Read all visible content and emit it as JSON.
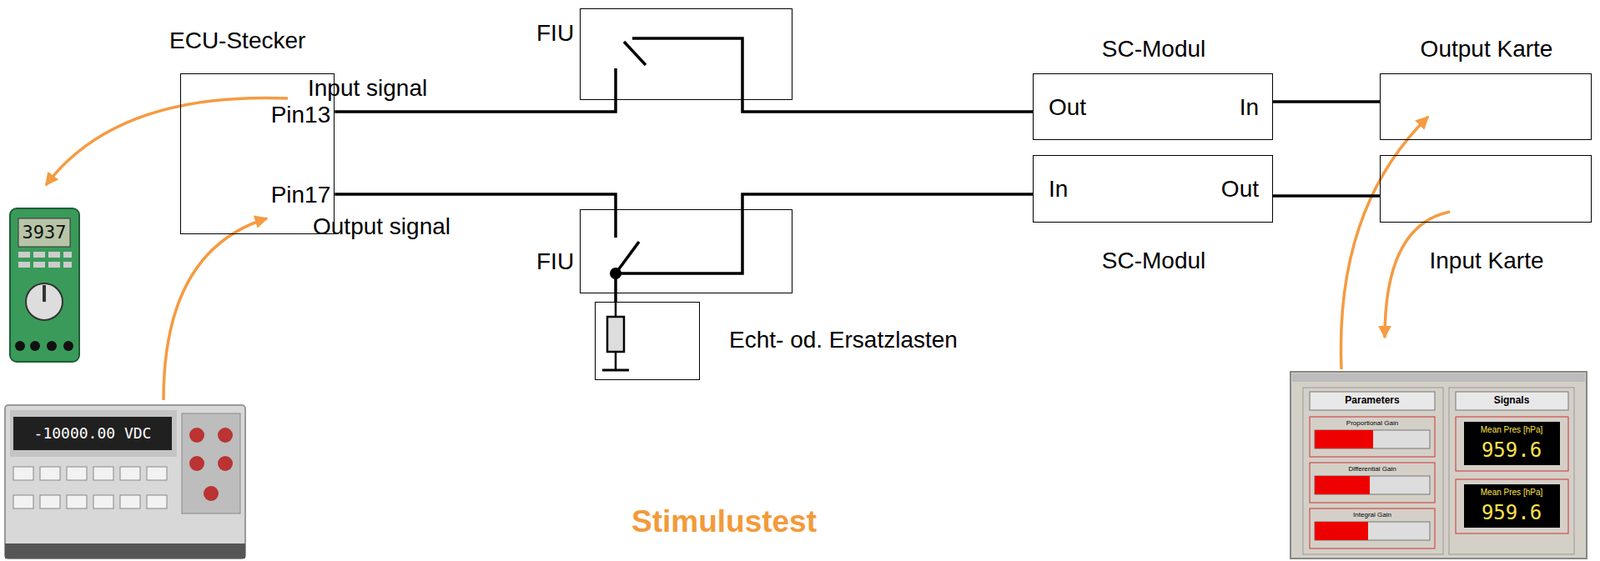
{
  "diagram": {
    "caption": "Stimulustest",
    "nodes": [
      {
        "text": [
          "ECU-Stecker",
          "Pin13",
          "Pin17"
        ]
      },
      {
        "text": [
          "FIU"
        ]
      },
      {
        "text": [
          "FIU"
        ]
      },
      {
        "text": [
          "Echt- od. Ersatzlasten"
        ]
      },
      {
        "text": [
          "SC-Modul",
          "Out",
          "In"
        ]
      },
      {
        "text": [
          "SC-Modul",
          "In",
          "Out"
        ]
      },
      {
        "text": [
          "Output Karte"
        ]
      },
      {
        "text": [
          "Input Karte"
        ]
      }
    ],
    "edges": [
      {
        "from": 0,
        "to": 1,
        "arrow": "none"
      },
      {
        "from": 1,
        "to": 4,
        "arrow": "none"
      },
      {
        "from": 4,
        "to": 6,
        "arrow": "none"
      },
      {
        "from": 0,
        "to": 2,
        "arrow": "none"
      },
      {
        "from": 2,
        "to": 5,
        "arrow": "none"
      },
      {
        "from": 2,
        "to": 3,
        "arrow": "none"
      },
      {
        "from": 5,
        "to": 7,
        "arrow": "none"
      }
    ],
    "labels": [
      "Input signal",
      "Output signal",
      "3937",
      "-10000.00 VDC",
      "Parameters",
      "Proportional Gain",
      "Differential Gain",
      "Integral Gain",
      "Signals",
      "Mean Pres [hPa]",
      "959.6",
      "Mean Pres [hPa]",
      "959.6"
    ]
  }
}
